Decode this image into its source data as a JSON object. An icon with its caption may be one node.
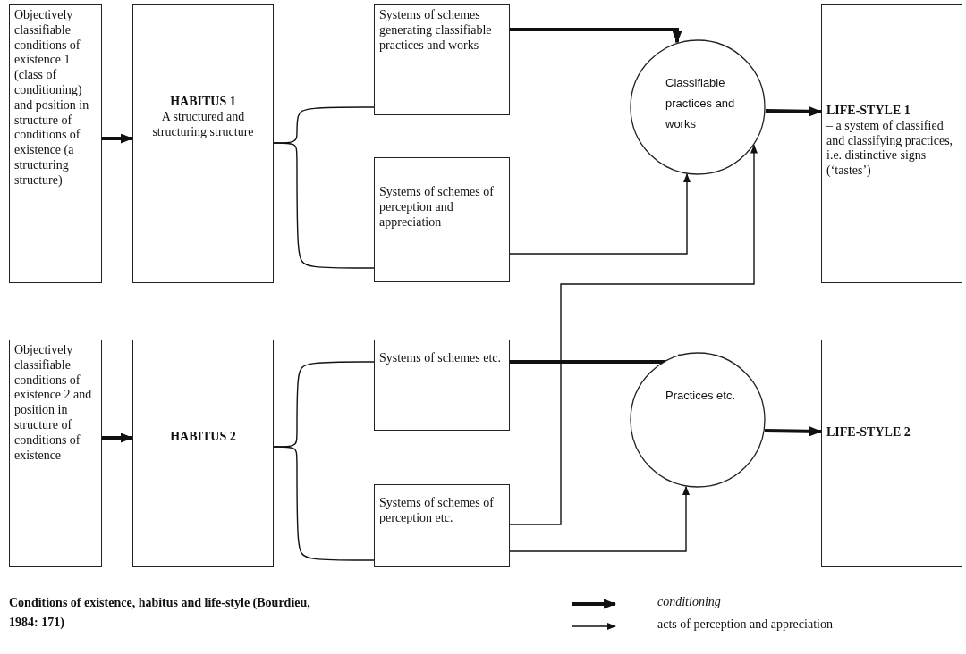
{
  "diagram": {
    "caption": "Conditions of existence, habitus and life-style (Bourdieu, 1984: 171)",
    "nodes": [
      {
        "text": [
          "Objectively classifiable conditions of existence 1 (class of conditioning) and position in structure of conditions of existence (a structuring structure)"
        ]
      },
      {
        "text": [
          "HABITUS 1",
          "A structured and structuring structure"
        ]
      },
      {
        "text": [
          "Systems of schemes generating classifiable practices and works"
        ]
      },
      {
        "text": [
          "Systems of schemes of perception and appreciation"
        ]
      },
      {
        "text": [
          "Classifiable practices and works"
        ]
      },
      {
        "text": [
          "LIFE-STYLE 1",
          "– a system of classified and classifying practices, i.e. distinctive signs (‘tastes’)"
        ]
      },
      {
        "text": [
          "Objectively classifiable conditions of existence 2 and position in structure of conditions of existence"
        ]
      },
      {
        "text": [
          "HABITUS 2"
        ]
      },
      {
        "text": [
          "Systems of schemes etc."
        ]
      },
      {
        "text": [
          "Systems of schemes of perception  etc."
        ]
      },
      {
        "text": [
          "Practices etc."
        ]
      },
      {
        "text": [
          "LIFE-STYLE 2"
        ]
      }
    ],
    "edges": [
      {
        "from": 0,
        "to": 1,
        "arrow": "to",
        "style": "thick"
      },
      {
        "from": 1,
        "to": 2,
        "arrow": "none"
      },
      {
        "from": 1,
        "to": 3,
        "arrow": "none"
      },
      {
        "from": 2,
        "to": 4,
        "arrow": "to",
        "style": "thick"
      },
      {
        "from": 3,
        "to": 4,
        "arrow": "to"
      },
      {
        "from": 9,
        "to": 4,
        "arrow": "to"
      },
      {
        "from": 4,
        "to": 5,
        "arrow": "to",
        "style": "thick"
      },
      {
        "from": 6,
        "to": 7,
        "arrow": "to",
        "style": "thick"
      },
      {
        "from": 7,
        "to": 8,
        "arrow": "none"
      },
      {
        "from": 7,
        "to": 9,
        "arrow": "none"
      },
      {
        "from": 8,
        "to": 10,
        "arrow": "to",
        "style": "thick"
      },
      {
        "from": 9,
        "to": 10,
        "arrow": "to"
      },
      {
        "from": 10,
        "to": 11,
        "arrow": "to",
        "style": "thick"
      }
    ],
    "legend": [
      {
        "text": "conditioning"
      },
      {
        "text": "acts of perception and appreciation"
      }
    ]
  }
}
